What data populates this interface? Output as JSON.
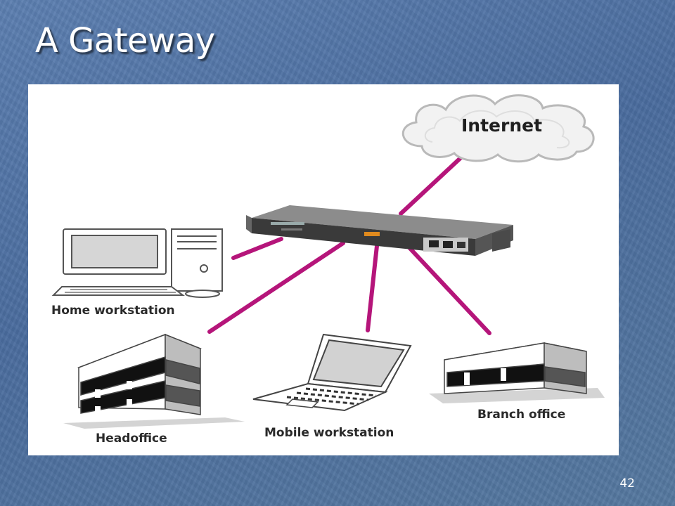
{
  "slide": {
    "title": "A Gateway",
    "page_number": "42"
  },
  "diagram": {
    "nodes": {
      "internet": "Internet",
      "home": "Home workstation",
      "headoffice": "Headoffice",
      "mobile": "Mobile workstation",
      "branch": "Branch office"
    },
    "link_color": "#b5157a",
    "background_color": "#4f719f"
  }
}
